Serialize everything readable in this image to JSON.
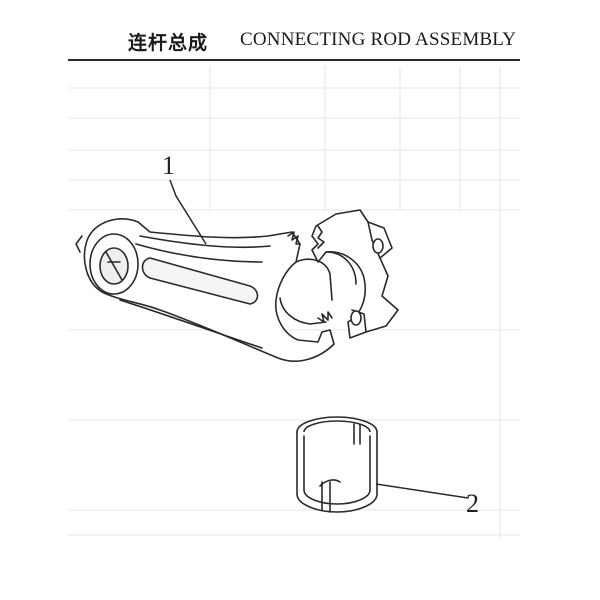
{
  "header": {
    "title_cn": "连杆总成",
    "title_en": "CONNECTING ROD ASSEMBLY"
  },
  "callouts": [
    {
      "id": "1",
      "label": "1"
    },
    {
      "id": "2",
      "label": "2"
    }
  ],
  "colors": {
    "line": "#2a2a2a",
    "ghost": "#e2e2e2",
    "fill": "#e4e4e4"
  }
}
